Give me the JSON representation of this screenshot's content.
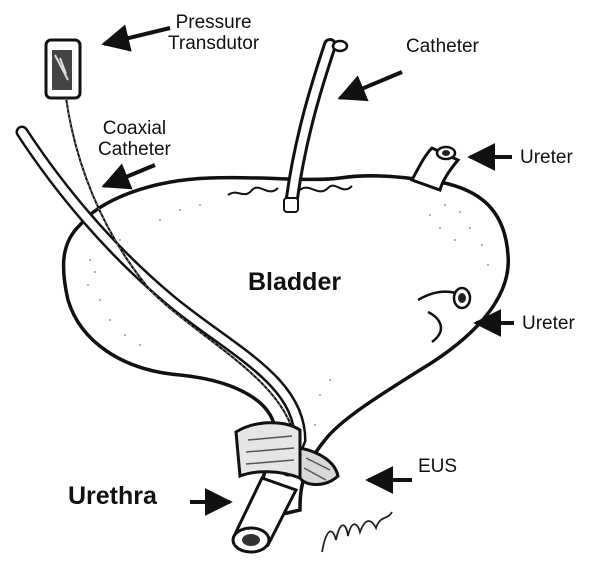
{
  "labels": {
    "pressure_transducer": [
      "Pressure",
      "Transdutor"
    ],
    "catheter": "Catheter",
    "coaxial_catheter": [
      "Coaxial",
      "Catheter"
    ],
    "ureter_top": "Ureter",
    "ureter_side": "Ureter",
    "bladder": "Bladder",
    "eus": "EUS",
    "urethra": "Urethra"
  },
  "colors": {
    "ink": "#111111",
    "background": "#ffffff",
    "stipple": "#9a9a9a"
  },
  "icons": {
    "pointer": "arrow-icon",
    "signature": "artist-signature"
  }
}
